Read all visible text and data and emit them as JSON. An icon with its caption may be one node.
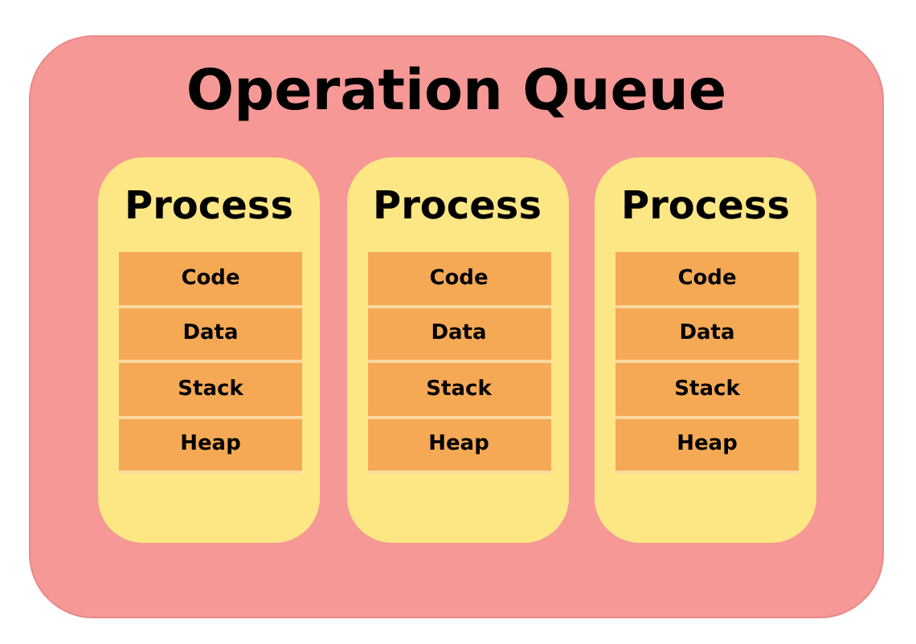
{
  "diagram": {
    "nodes": [
      {
        "text": [
          "Operation Queue"
        ]
      },
      {
        "text": [
          "Process"
        ],
        "in": 0
      },
      {
        "text": [
          "Code"
        ],
        "in": 1
      },
      {
        "text": [
          "Data"
        ],
        "in": 1
      },
      {
        "text": [
          "Stack"
        ],
        "in": 1
      },
      {
        "text": [
          "Heap"
        ],
        "in": 1
      },
      {
        "text": [
          "Process"
        ],
        "in": 0
      },
      {
        "text": [
          "Code"
        ],
        "in": 6
      },
      {
        "text": [
          "Data"
        ],
        "in": 6
      },
      {
        "text": [
          "Stack"
        ],
        "in": 6
      },
      {
        "text": [
          "Heap"
        ],
        "in": 6
      },
      {
        "text": [
          "Process"
        ],
        "in": 0
      },
      {
        "text": [
          "Code"
        ],
        "in": 11
      },
      {
        "text": [
          "Data"
        ],
        "in": 11
      },
      {
        "text": [
          "Stack"
        ],
        "in": 11
      },
      {
        "text": [
          "Heap"
        ],
        "in": 11
      }
    ]
  }
}
